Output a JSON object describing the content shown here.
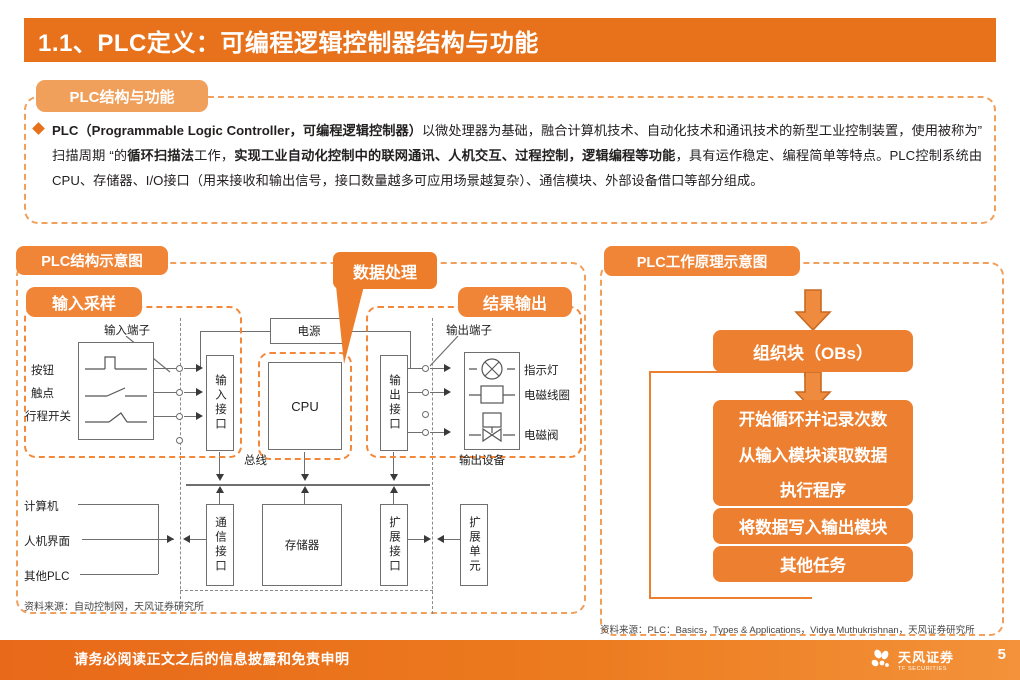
{
  "header": {
    "title": "1.1、PLC定义：可编程逻辑控制器结构与功能"
  },
  "intro": {
    "chip_label": "PLC结构与功能",
    "paragraph_html": "<b>PLC（Programmable Logic Controller，可编程逻辑控制器）</b>以微处理器为基础，融合计算机技术、自动化技术和通讯技术的新型工业控制装置，使用被称为” 扫描周期 “的<b>循环扫描法</b>工作，<b>实现工业自动化控制中的联网通讯、人机交互、过程控制，逻辑编程等功能</b>，具有运作稳定、编程简单等特点。PLC控制系统由CPU、存储器、I/O接口（用来接收和输出信号，接口数量越多可应用场景越复杂）、通信模块、外部设备借口等部分组成。"
  },
  "left_panel": {
    "chip_label": "PLC结构示意图",
    "tag_input": "输入采样",
    "tag_process": "数据处理",
    "tag_output": "结果输出",
    "labels": {
      "input_terminal": "输入端子",
      "output_terminal": "输出端子",
      "power": "电源",
      "cpu": "CPU",
      "input_interface": "输入接口",
      "output_interface": "输出接口",
      "bus": "总线",
      "output_device": "输出设备",
      "btn": "按钮",
      "contact": "触点",
      "limit_switch": "行程开关",
      "indicator": "指示灯",
      "solenoid_coil": "电磁线圈",
      "solenoid_valve": "电磁阀",
      "computer": "计算机",
      "hmi": "人机界面",
      "other_plc": "其他PLC",
      "comm_interface": "通信接口",
      "memory": "存储器",
      "expand_interface": "扩展接口",
      "expand_unit": "扩展单元"
    },
    "source": "资料来源：自动控制网，天风证券研究所"
  },
  "right_panel": {
    "chip_label": "PLC工作原理示意图",
    "flow": [
      "组织块（OBs）",
      "开始循环并记录次数",
      "从输入模块读取数据",
      "执行程序",
      "将数据写入输出模块",
      "其他任务"
    ],
    "source": "资料来源：PLC：Basics，Types & Applications，Vidya Muthukrishnan，天风证券研究所"
  },
  "footer": {
    "disclaimer": "请务必阅读正文之后的信息披露和免责申明",
    "logo_cn": "天风证券",
    "logo_en": "TF SECURITIES",
    "page_number": "5"
  },
  "colors": {
    "header_orange": "#E8721B",
    "chip_light": "#F0A05A",
    "chip_bright": "#F08437",
    "flow_card": "#ED8030",
    "dashed_border": "#F4883A"
  }
}
